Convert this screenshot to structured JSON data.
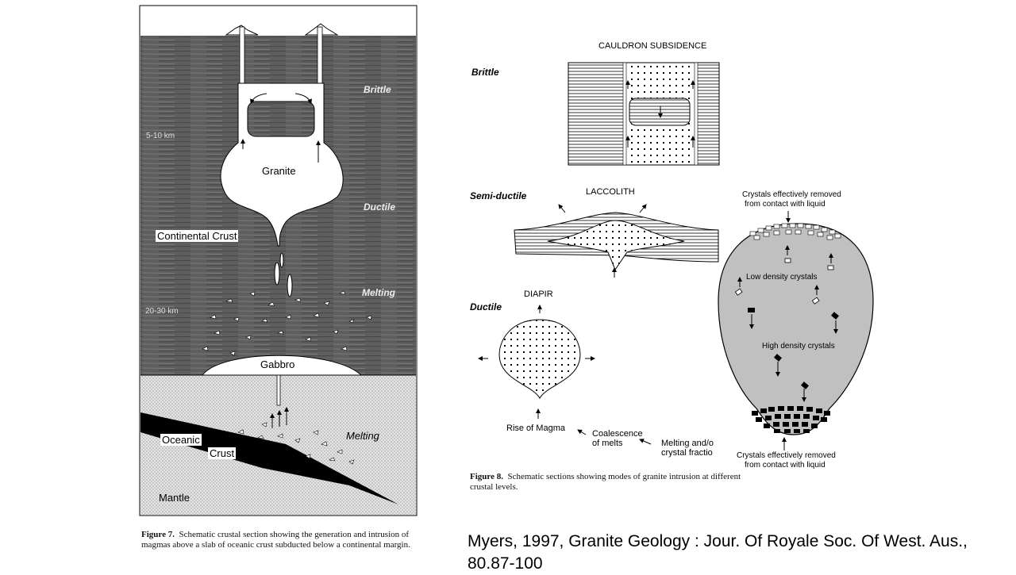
{
  "figure7": {
    "labels": {
      "brittle": "Brittle",
      "depth1": "5-10 km",
      "granite": "Granite",
      "ductile": "Ductile",
      "continental_crust": "Continental Crust",
      "melting_upper": "Melting",
      "depth2": "20-30 km",
      "gabbro": "Gabbro",
      "oceanic": "Oceanic",
      "crust": "Crust",
      "melting_lower": "Melting",
      "mantle": "Mantle"
    },
    "caption_num": "Figure 7.",
    "caption_text": "Schematic crustal section showing the generation and intrusion of magmas above a slab of oceanic crust subducted below a continental margin."
  },
  "figure8": {
    "labels": {
      "cauldron": "CAULDRON SUBSIDENCE",
      "brittle": "Brittle",
      "semi_ductile": "Semi-ductile",
      "laccolith": "LACCOLITH",
      "ductile": "Ductile",
      "diapir": "DIAPIR",
      "rise_of_magma": "Rise of Magma",
      "coalescence_1": "Coalescence",
      "coalescence_2": "of melts",
      "melting_and_1": "Melting and/o",
      "melting_and_2": "crystal fractio",
      "crystals_top_1": "Crystals effectively removed",
      "crystals_top_2": "from contact with liquid",
      "low_density": "Low density crystals",
      "high_density": "High density crystals",
      "crystals_bottom_1": "Crystals effectively removed",
      "crystals_bottom_2": "from contact with liquid"
    },
    "caption_num": "Figure 8.",
    "caption_text": "Schematic sections showing modes of granite intrusion at different crustal levels."
  },
  "citation": {
    "line1": "Myers, 1997, Granite Geology : Jour. Of Royale Soc. Of West. Aus.,",
    "line2": "80.87-100"
  },
  "colors": {
    "crust_gray": "#5e5e5e",
    "mantle_stipple": "#d9d9d9",
    "slab": "#000000",
    "chamber_fill": "#c0c0c0"
  }
}
